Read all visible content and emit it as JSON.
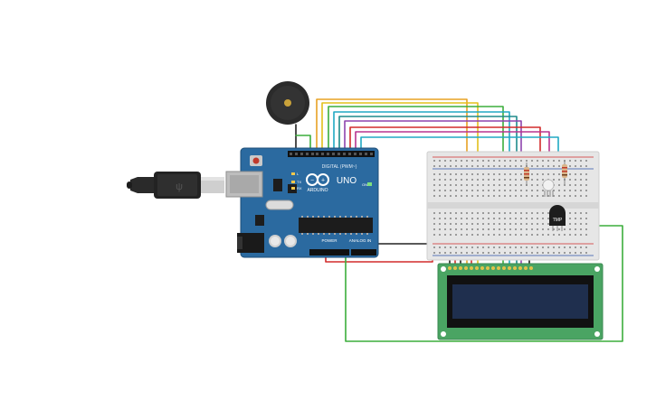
{
  "arduino": {
    "logo_text": "ARDUINO",
    "model": "UNO",
    "digital_label": "DIGITAL (PWM~)",
    "power_label": "POWER",
    "analog_label": "ANALOG IN",
    "tx_label": "TX",
    "rx_label": "RX",
    "l_label": "L",
    "on_label": "ON"
  },
  "usb_plug": {
    "logo_text": "ψ"
  },
  "temp_sensor": {
    "label": "TMP"
  },
  "colors": {
    "board": "#2b6aa0",
    "breadboard": "#e6e6e6",
    "lcd_pcb": "#4aa463",
    "lcd_screen": "#1f2f4e",
    "wire_red": "#d22b2b",
    "wire_green": "#3cae3c",
    "wire_black": "#222222",
    "wire_orange": "#e8a224",
    "wire_yellow": "#e3c01b",
    "wire_cyan": "#21a9c3",
    "wire_purple": "#8e44ad",
    "wire_magenta": "#b8338f",
    "wire_teal": "#1e8c8c"
  }
}
